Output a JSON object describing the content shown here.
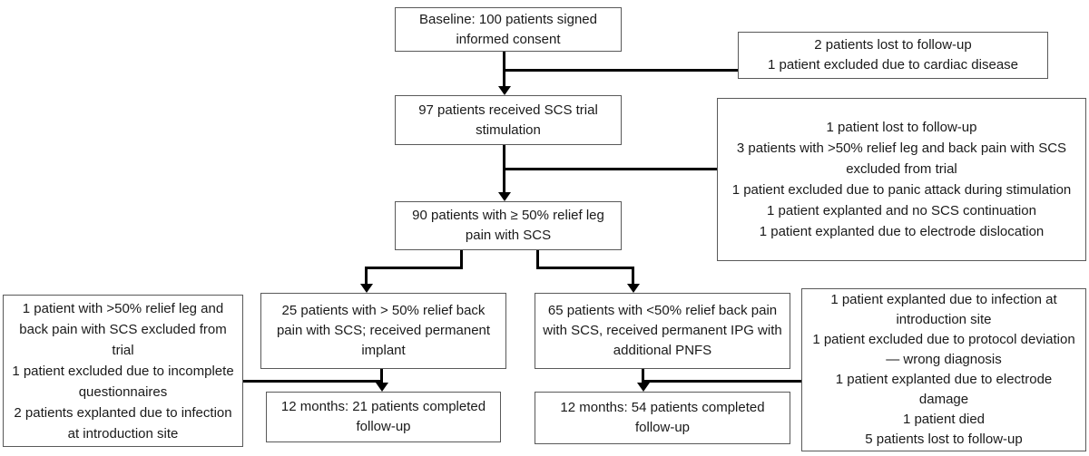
{
  "flowchart": {
    "main": {
      "baseline": {
        "text": "Baseline: 100 patients signed informed consent"
      },
      "trial": {
        "text": "97 patients received SCS trial stimulation"
      },
      "relief": {
        "text": "90 patients with ≥ 50% relief leg pain with SCS"
      },
      "scs_branch": {
        "text": "25 patients with > 50% relief back pain with SCS; received permanent implant"
      },
      "pnfs_branch": {
        "text": "65 patients with <50% relief back pain with SCS, received permanent IPG with additional PNFS"
      },
      "followup_scs": {
        "text": "12 months: 21 patients completed follow-up"
      },
      "followup_pnfs": {
        "text": "12 months: 54 patients completed follow-up"
      }
    },
    "exclusions": {
      "after_baseline": {
        "items": [
          "2 patients lost to follow-up",
          "1 patient excluded due to cardiac disease"
        ]
      },
      "after_trial": {
        "items": [
          "1 patient lost to follow-up",
          "3 patients with >50% relief leg and back pain with SCS excluded from trial",
          "1 patient excluded due to panic attack during stimulation",
          "1 patient explanted and no SCS continuation",
          "1 patient explanted due to electrode dislocation"
        ]
      },
      "left_branch": {
        "items": [
          "1 patient with >50% relief leg and back pain with SCS excluded from trial",
          "1 patient excluded due to incomplete questionnaires",
          "2 patients explanted due to infection at introduction site"
        ]
      },
      "right_branch": {
        "items": [
          "1 patient explanted due to infection at introduction site",
          "1 patient excluded due to protocol deviation — wrong diagnosis",
          "1 patient explanted due to electrode damage",
          "1 patient died",
          "5 patients lost to follow-up"
        ]
      }
    },
    "colors": {
      "line": "#000000",
      "box_border": "#595959",
      "background": "#ffffff"
    }
  }
}
